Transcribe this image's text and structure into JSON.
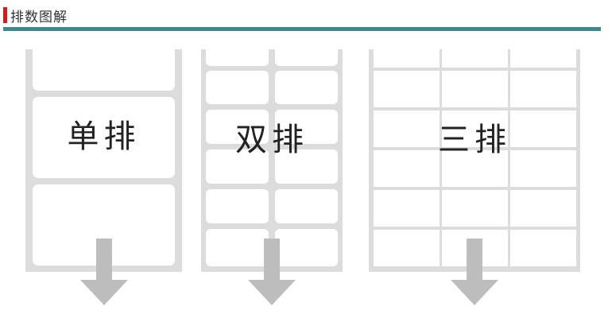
{
  "header": {
    "title": "排数图解",
    "accent_color": "#e0161b",
    "rule_color": "#3d8a8c"
  },
  "panels": [
    {
      "label": "单排",
      "columns": 1
    },
    {
      "label": "双排",
      "columns": 2
    },
    {
      "label": "三排",
      "columns": 3
    }
  ],
  "colors": {
    "label_bg": "#ffffff",
    "backing": "#dcdcdc",
    "arrow": "#bdbdbd"
  },
  "icons": {
    "down_arrow": "down-arrow-icon"
  }
}
